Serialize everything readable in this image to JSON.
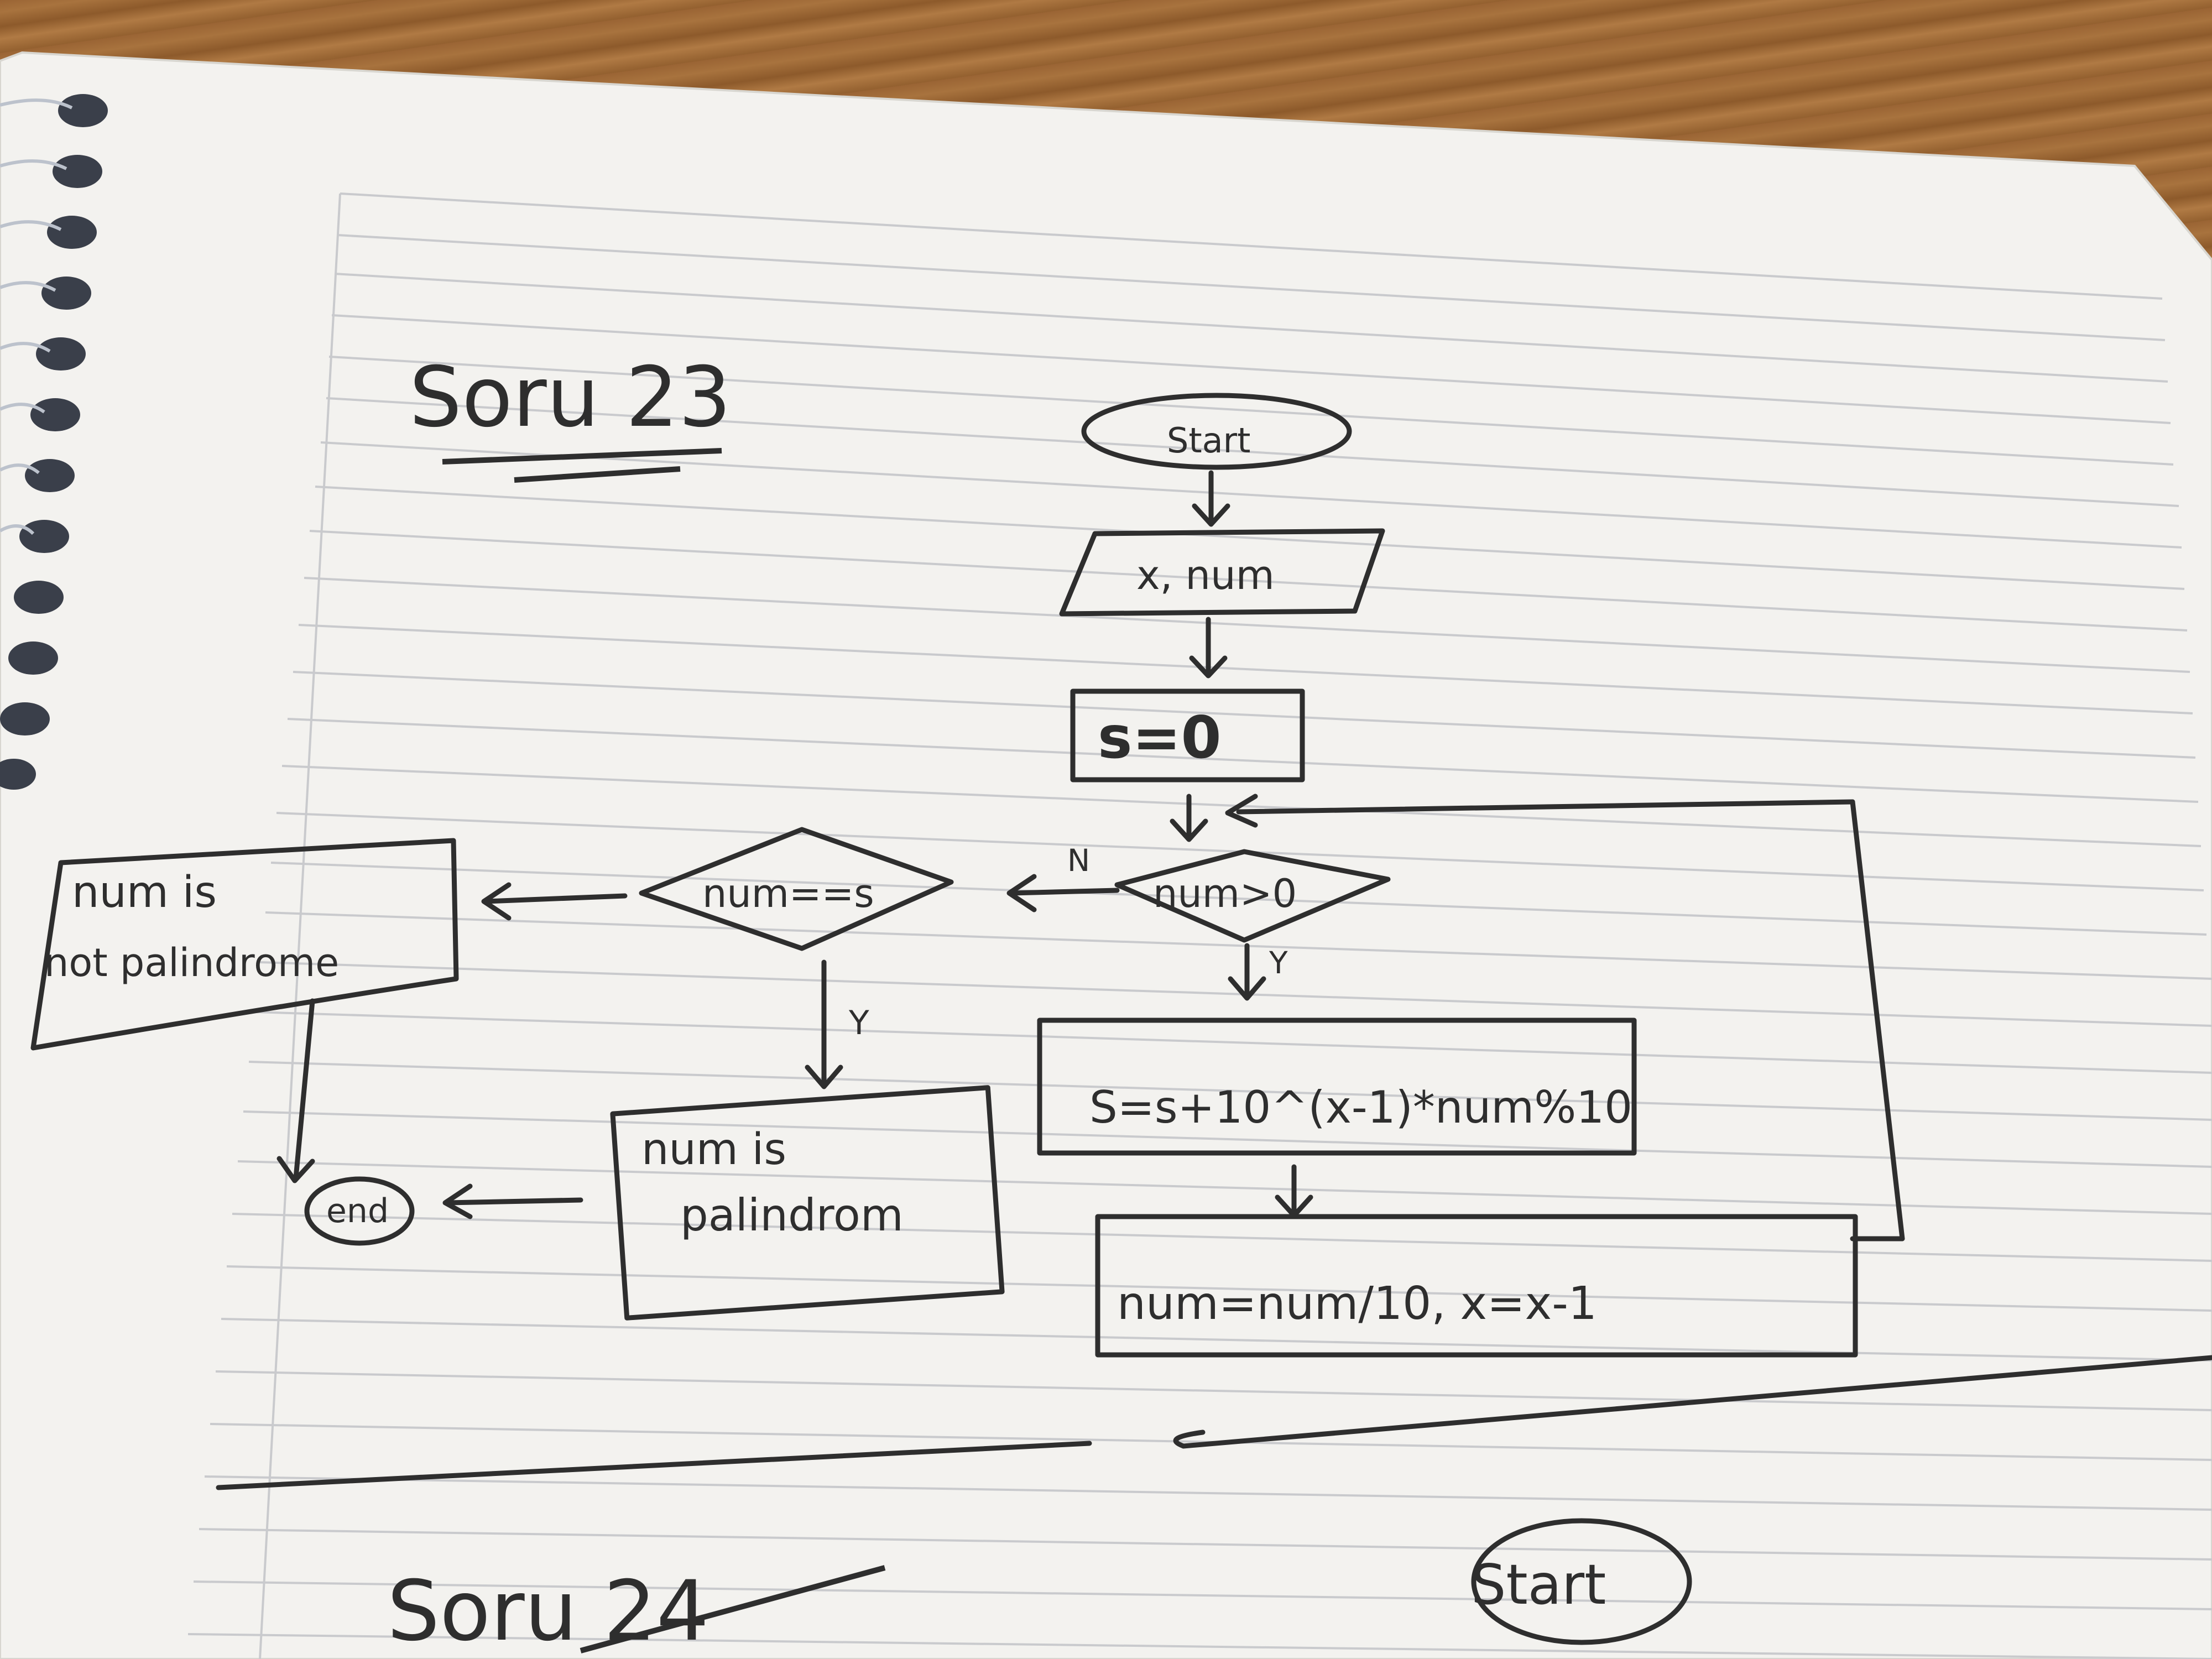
{
  "colors": {
    "ink": "#2e2e2e",
    "paper": "#f3f2ef",
    "line": "#c9cacd",
    "wood": "#9a6434"
  },
  "questions": [
    {
      "title": "Soru 23"
    },
    {
      "title": "Soru 24"
    }
  ],
  "flowchart": {
    "start": "Start",
    "input": "x, num",
    "init": "s=0",
    "decision_loop": "num>0",
    "decision_loop_no": "N",
    "decision_loop_yes": "Y",
    "process_sum": "S=s+10^(x-1)*num%10",
    "process_update": "num=num/10, x=x-1",
    "decision_palindrome": "num==s",
    "decision_palindrome_yes": "Y",
    "output_not": [
      "num is",
      "not palindrome"
    ],
    "output_yes": [
      "num is",
      "palindrom"
    ],
    "end": "end"
  },
  "flowchart2": {
    "start": "Start"
  }
}
